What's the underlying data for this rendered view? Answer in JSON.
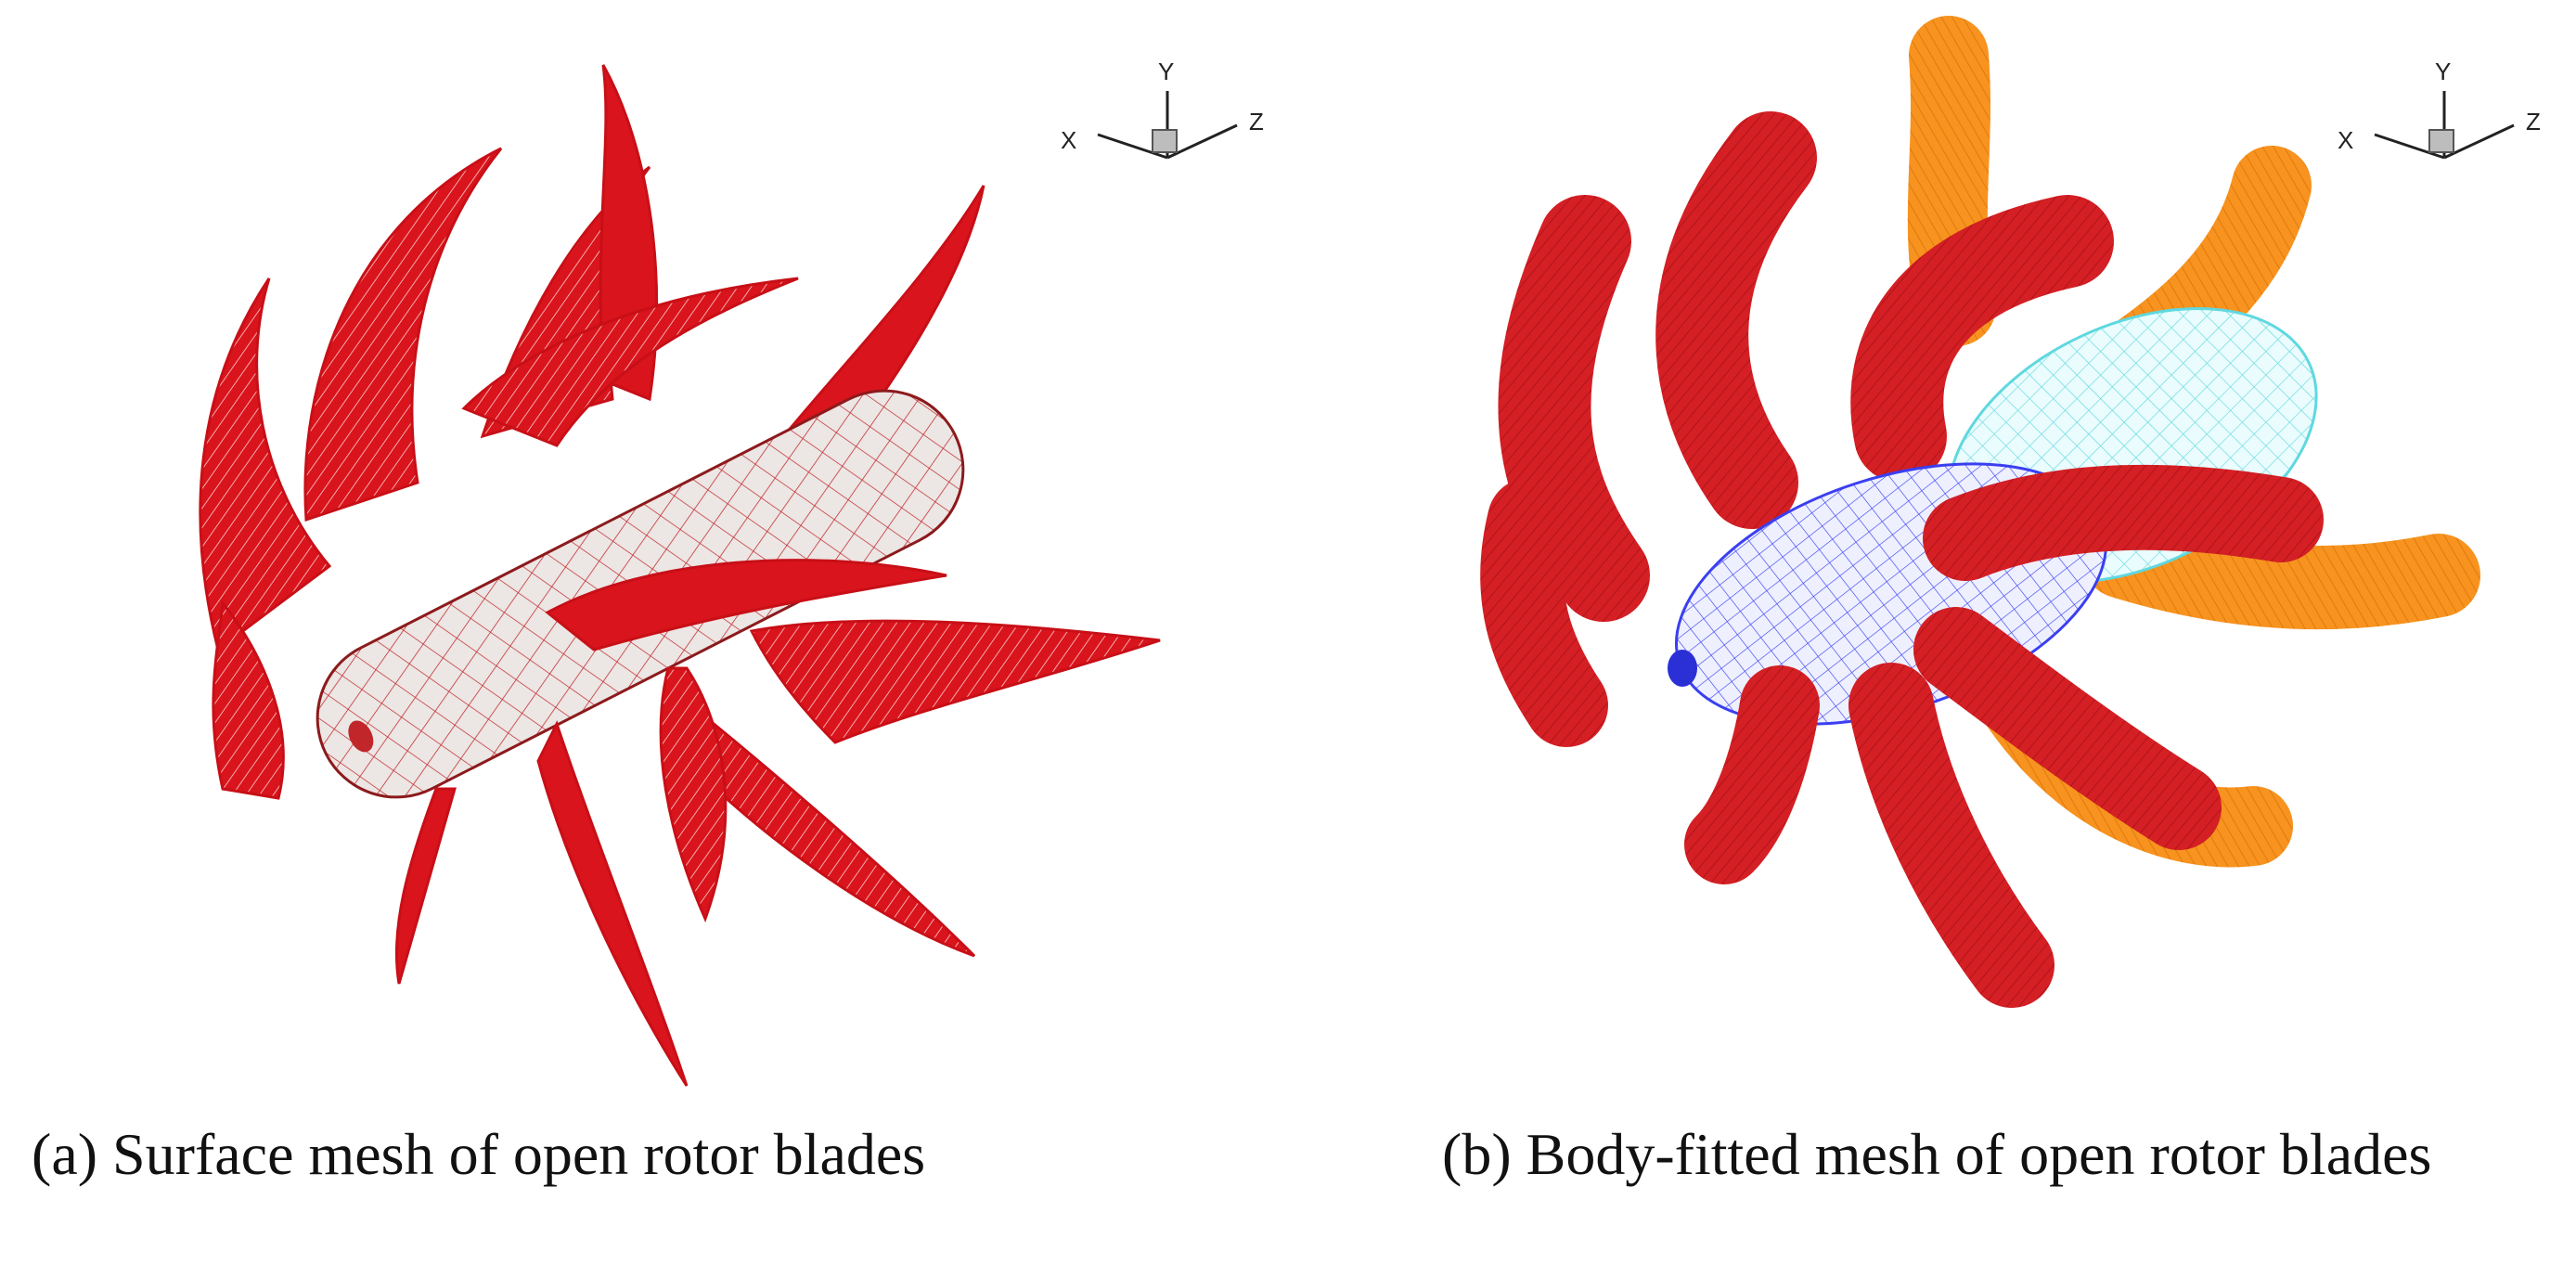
{
  "figure": {
    "panels": [
      {
        "id": "a",
        "caption": "(a) Surface mesh of open rotor blades",
        "triad": {
          "x_label": "X",
          "y_label": "Y",
          "z_label": "Z"
        },
        "colors": {
          "blade": "#d9141c",
          "hub": "#e9e3e1",
          "hub_grid": "#c0262a"
        }
      },
      {
        "id": "b",
        "caption": "(b) Body-fitted mesh of open rotor blades",
        "triad": {
          "x_label": "X",
          "y_label": "Y",
          "z_label": "Z"
        },
        "colors": {
          "front_blade": "#d41f24",
          "rear_blade": "#f7931e",
          "front_hub_mesh": "#3a3ff0",
          "rear_hub_mesh": "#5fd8e0"
        }
      }
    ]
  }
}
